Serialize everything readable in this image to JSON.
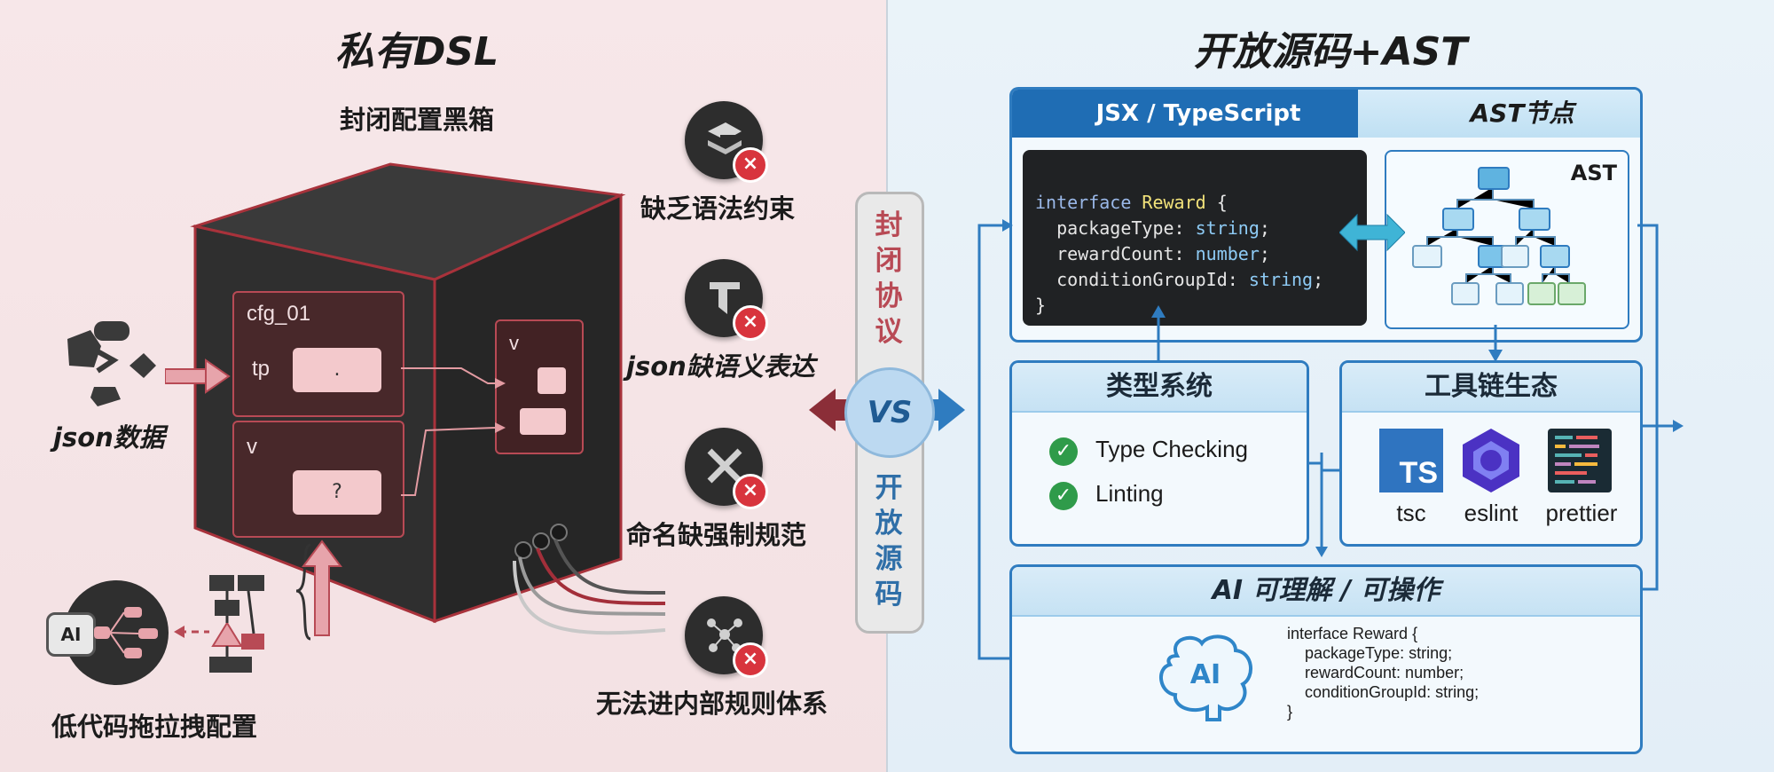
{
  "left": {
    "title": "私有DSL",
    "box_caption": "封闭配置黑箱",
    "cfg_title": "cfg_01",
    "tp_label": "tp",
    "tp_value": ".",
    "v_label": "v",
    "v_value": "?",
    "side_v_label": "v",
    "json_label": "json数据",
    "lowcode_label": "低代码拖拉拽配置",
    "ai_badge": "AI",
    "problems": [
      {
        "label": "缺乏语法约束",
        "icon": "layers-icon"
      },
      {
        "label": "json缺语义表达",
        "icon": "tag-icon"
      },
      {
        "label": "命名缺强制规范",
        "icon": "tools-icon"
      },
      {
        "label": "无法进内部规则体系",
        "icon": "network-icon"
      }
    ],
    "accent": "#b84a55"
  },
  "vs": {
    "closed_chars": [
      "封",
      "闭",
      "协",
      "议"
    ],
    "open_chars": [
      "开",
      "放",
      "源",
      "码"
    ],
    "label": "VS"
  },
  "right": {
    "title": "开放源码+AST",
    "tab_jsx": "JSX / TypeScript",
    "tab_ast": "AST节点",
    "code_lines": [
      {
        "kw": "interface ",
        "name": "Reward",
        "rest": " {"
      },
      {
        "key": "  packageType",
        "sep": ": ",
        "type": "string",
        "end": ";"
      },
      {
        "key": "  rewardCount",
        "sep": ": ",
        "type": "number",
        "end": ";"
      },
      {
        "key": "  conditionGroupId",
        "sep": ": ",
        "type": "string",
        "end": ";"
      },
      {
        "key": "}",
        "sep": "",
        "type": "",
        "end": ""
      }
    ],
    "ast_label": "AST",
    "type_system": {
      "title": "类型系统",
      "items": [
        "Type Checking",
        "Linting"
      ]
    },
    "toolchain": {
      "title": "工具链生态",
      "tools": [
        {
          "name": "tsc",
          "icon": "typescript-icon",
          "badge": "TS"
        },
        {
          "name": "eslint",
          "icon": "eslint-icon"
        },
        {
          "name": "prettier",
          "icon": "prettier-icon"
        }
      ]
    },
    "ai_panel": {
      "title": "AI 可理解 / 可操作",
      "brain_label": "AI",
      "code": "interface Reward {\n    packageType: string;\n    rewardCount: number;\n    conditionGroupId: string;\n}"
    },
    "accent": "#2f7cc0"
  }
}
